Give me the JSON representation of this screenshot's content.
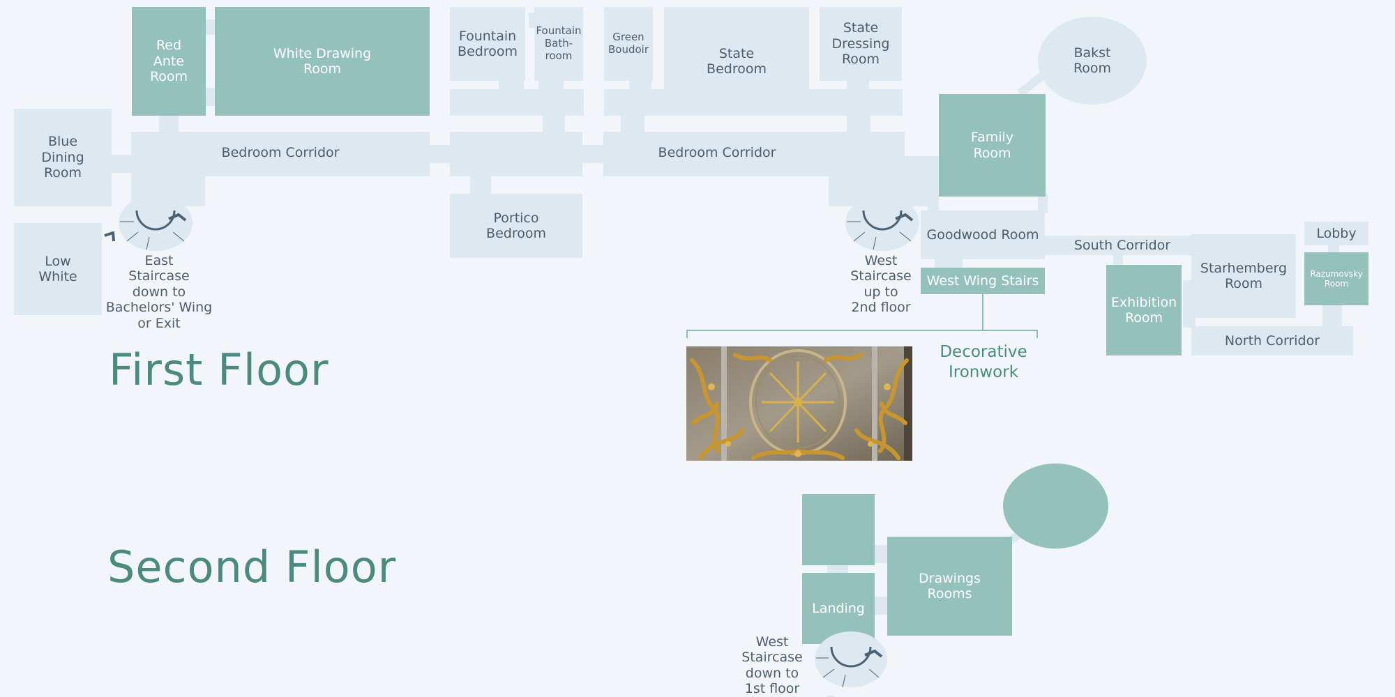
{
  "first_floor": {
    "title": "First Floor",
    "rooms": {
      "red_ante": "Red\nAnte\nRoom",
      "white_drawing": "White Drawing\nRoom",
      "fountain_bedroom": "Fountain\nBedroom",
      "fountain_bathroom": "Fountain\nBath-\nroom",
      "green_boudoir": "Green\nBoudoir",
      "state_bedroom": "State\nBedroom",
      "state_dressing": "State\nDressing\nRoom",
      "bakst": "Bakst\nRoom",
      "blue_dining": "Blue\nDining\nRoom",
      "family": "Family\nRoom",
      "portico_bedroom": "Portico\nBedroom",
      "low_white": "Low\nWhite",
      "goodwood": "Goodwood Room",
      "south_corridor": "South Corridor",
      "lobby": "Lobby",
      "starhemberg": "Starhemberg\nRoom",
      "razumovsky": "Razumovsky\nRoom",
      "exhibition": "Exhibition\nRoom",
      "north_corridor": "North Corridor",
      "west_wing_stairs": "West Wing Stairs"
    },
    "corridors": {
      "bedroom_corridor_left": "Bedroom Corridor",
      "bedroom_corridor_right": "Bedroom Corridor"
    },
    "stairs": {
      "east": "East\nStaircase\ndown to\nBachelors' Wing\nor Exit",
      "west": "West\nStaircase\nup to\n2nd floor"
    },
    "callout": "Decorative\nIronwork"
  },
  "second_floor": {
    "title": "Second Floor",
    "rooms": {
      "landing": "Landing",
      "drawings": "Drawings\nRooms"
    },
    "stairs": {
      "west": "West\nStaircase\ndown to\n1st floor"
    }
  },
  "colors": {
    "background": "#f2f6fa",
    "room_light": "#dde8f0",
    "room_teal": "#94c1ba",
    "title": "#4a8a80",
    "text": "#4c5e6c",
    "stair_line": "#4a6274"
  },
  "icons": {
    "staircase": "staircase-icon",
    "photo": "decorative-ironwork-photo"
  }
}
